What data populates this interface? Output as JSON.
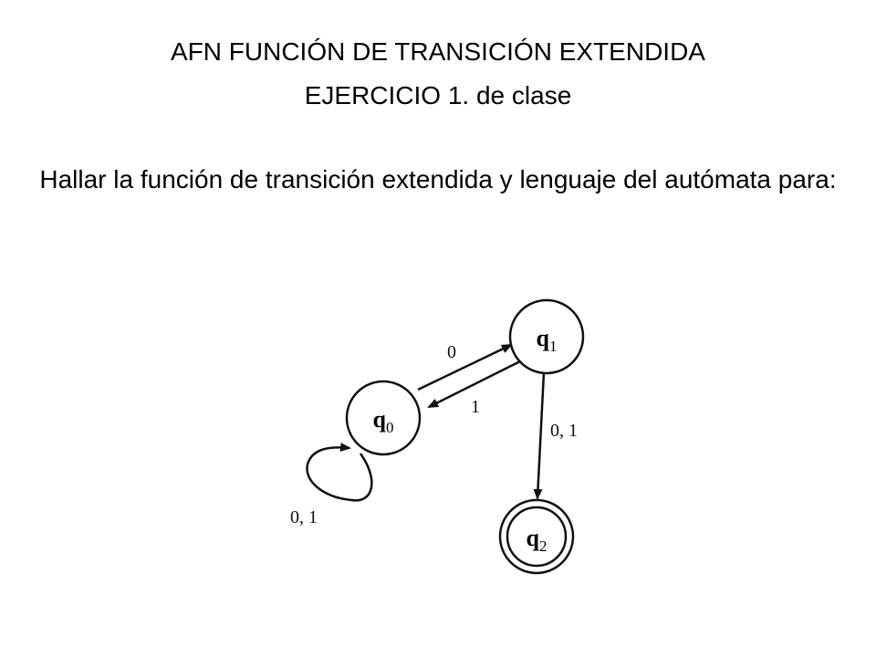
{
  "slide": {
    "title_line1": "AFN FUNCIÓN DE TRANSICIÓN EXTENDIDA",
    "title_line2": "EJERCICIO 1. de clase",
    "prompt": "Hallar la función de transición extendida y lenguaje del autómata para:"
  },
  "automaton": {
    "states": [
      {
        "id": "q0",
        "base": "q",
        "sub": "0",
        "accepting": false
      },
      {
        "id": "q1",
        "base": "q",
        "sub": "1",
        "accepting": false
      },
      {
        "id": "q2",
        "base": "q",
        "sub": "2",
        "accepting": true
      }
    ],
    "transitions": [
      {
        "from": "q0",
        "to": "q1",
        "label": "0"
      },
      {
        "from": "q1",
        "to": "q0",
        "label": "1"
      },
      {
        "from": "q1",
        "to": "q2",
        "label": "0, 1"
      },
      {
        "from": "q0",
        "to": "q0",
        "label": "0, 1"
      }
    ]
  }
}
